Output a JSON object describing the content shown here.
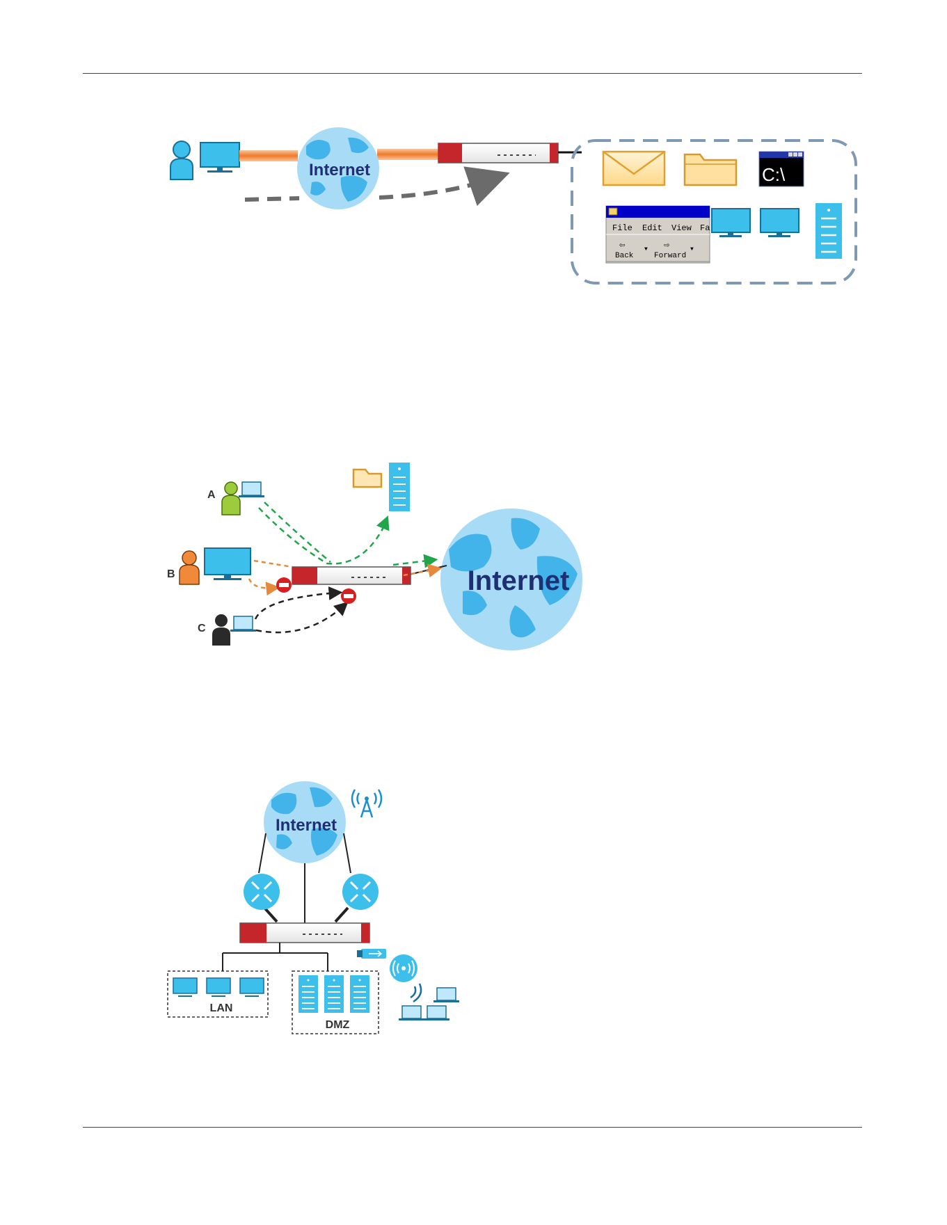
{
  "colors": {
    "accent_blue": "#3cbfeb",
    "globe_light": "#a8dcf6",
    "globe_land": "#42b4ea",
    "firewall_red": "#c4262b",
    "allowed_green": "#1fa64a",
    "blocked_orange": "#e58a3a",
    "dash_gray": "#6b6b6b",
    "dashed_box": "#7f98b3"
  },
  "diagram1": {
    "internet_label": "Internet",
    "cmd_text": "C:\\",
    "explorer": {
      "menu": [
        "File",
        "Edit",
        "View",
        "Fa"
      ],
      "back_label": "Back",
      "forward_label": "Forward"
    },
    "icons": [
      "user-icon",
      "monitor-icon",
      "globe-icon",
      "firewall-icon",
      "mail-icon",
      "folder-icon",
      "cmd-window-icon",
      "explorer-window-icon",
      "server-icon"
    ]
  },
  "diagram2": {
    "internet_label": "Internet",
    "user_a_label": "A",
    "user_b_label": "B",
    "user_c_label": "C",
    "icons": [
      "user-icon",
      "laptop-icon",
      "monitor-icon",
      "folder-icon",
      "server-icon",
      "blocked-icon",
      "firewall-icon",
      "globe-icon"
    ]
  },
  "diagram3": {
    "internet_label": "Internet",
    "lan_label": "LAN",
    "dmz_label": "DMZ",
    "icons": [
      "globe-icon",
      "cell-tower-icon",
      "router-icon",
      "firewall-icon",
      "usb-dongle-icon",
      "access-point-icon",
      "monitor-icon",
      "server-icon",
      "laptop-icon"
    ]
  }
}
